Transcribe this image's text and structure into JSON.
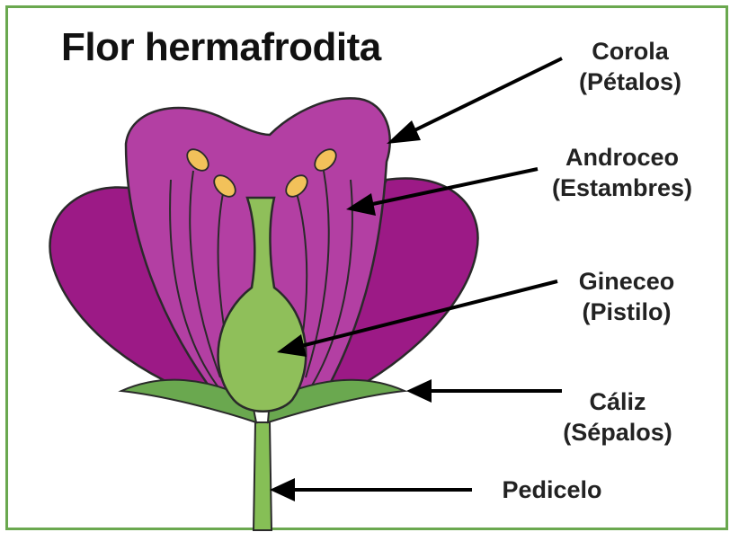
{
  "title": "Flor hermafrodita",
  "labels": {
    "corola": {
      "line1": "Corola",
      "line2": "(Pétalos)"
    },
    "androceo": {
      "line1": "Androceo",
      "line2": "(Estambres)"
    },
    "gineceo": {
      "line1": "Gineceo",
      "line2": "(Pistilo)"
    },
    "caliz": {
      "line1": "Cáliz",
      "line2": "(Sépalos)"
    },
    "pedicelo": {
      "line1": "Pedicelo"
    }
  },
  "colors": {
    "frame": "#6aa84f",
    "petal_outer": "#9c1a86",
    "petal_inner": "#b33fa3",
    "pistil": "#8fbf5a",
    "sepal": "#6aa84f",
    "anther": "#f2c15a"
  }
}
